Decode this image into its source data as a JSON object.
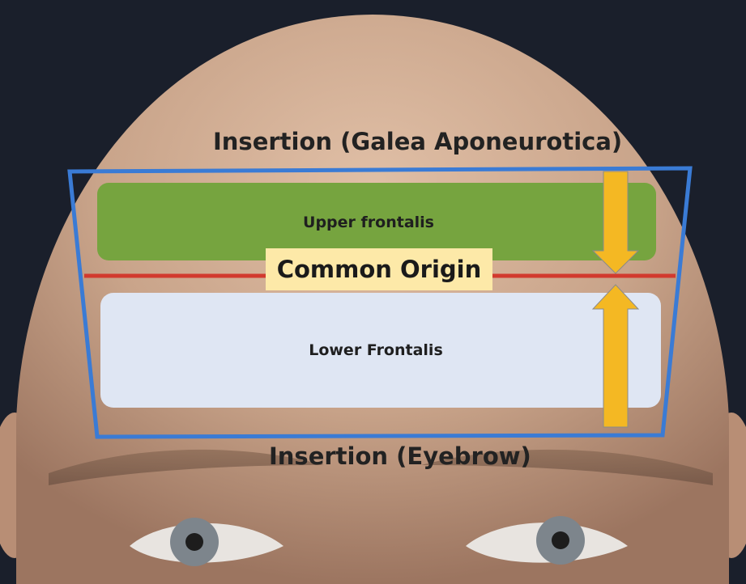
{
  "labels": {
    "insertion_top": "Insertion (Galea Aponeurotica)",
    "upper": "Upper frontalis",
    "origin": "Common Origin",
    "lower": "Lower Frontalis",
    "insertion_bottom": "Insertion (Eyebrow)"
  },
  "colors": {
    "skin": "#c9a48a",
    "background": "#1a1f2b",
    "outline": "#3a7bd5",
    "upper_fill": "#76a43f",
    "lower_fill": "#dfe6f3",
    "origin_line": "#d23a2e",
    "origin_tag": "#fde9a8",
    "arrow": "#f4b823"
  }
}
